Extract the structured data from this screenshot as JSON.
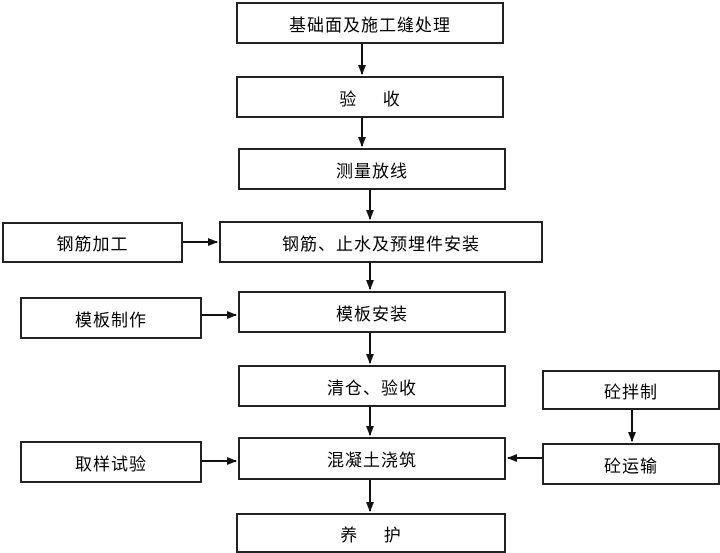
{
  "main_flow": {
    "step1": "基础面及施工缝处理",
    "step2": "验    收",
    "step3": "测量放线",
    "step4": "钢筋、止水及预埋件安装",
    "step5": "模板安装",
    "step6": "清仓、验收",
    "step7": "混凝土浇筑",
    "step8": "养    护"
  },
  "side_left": {
    "rebar_processing": "钢筋加工",
    "formwork_making": "模板制作",
    "sampling_test": "取样试验"
  },
  "side_right": {
    "concrete_mixing": "砼拌制",
    "concrete_transport": "砼运输"
  }
}
